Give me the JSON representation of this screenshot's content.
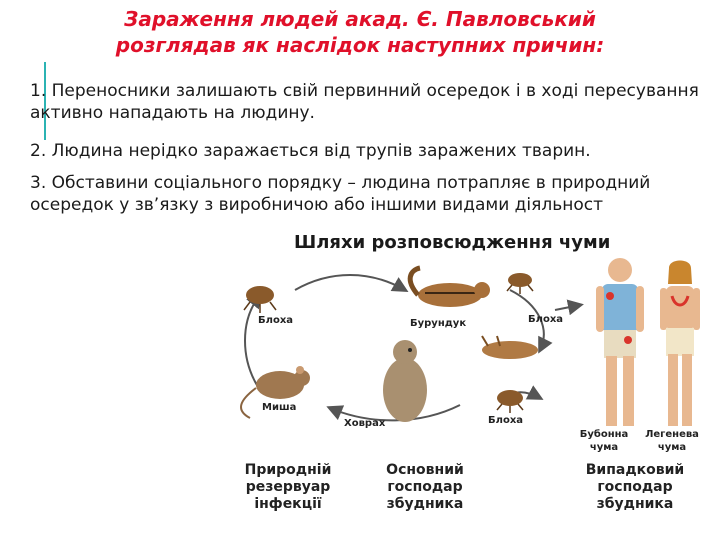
{
  "slide": {
    "title_line1": "Зараження людей акад. Є. Павловський",
    "title_line2": "розглядав як наслідок наступних причин:",
    "items": [
      {
        "num": "1.",
        "text": "Переносники залишають свій первинний осередок і в ході пересування активно нападають на людину."
      },
      {
        "num": "2.",
        "text": "Людина нерідко заражається від трупів заражених тварин."
      },
      {
        "num": "3.",
        "text": "Обставини соціального порядку – людина потрапляє в природний осередок у зв’язку з виробничою або іншими видами діяльност"
      }
    ]
  },
  "figure": {
    "title": "Шляхи розповсюдження чуми",
    "labels": {
      "flea_left": "Блоха",
      "mouse": "Миша",
      "chipmunk": "Бурундук",
      "flea_top": "Блоха",
      "gopher": "Ховрах",
      "flea_bottom": "Блоха",
      "bubonic": "Бубонна чума",
      "pneumonic": "Легенева чума"
    },
    "captions": {
      "reservoir": "Природній резервуар інфекції",
      "main_host": "Основний господар збудника",
      "incidental_host": "Випадковий господар збудника"
    },
    "colors": {
      "title": "#e0102a",
      "arrow": "#555555",
      "lesion": "#d9342b"
    }
  }
}
